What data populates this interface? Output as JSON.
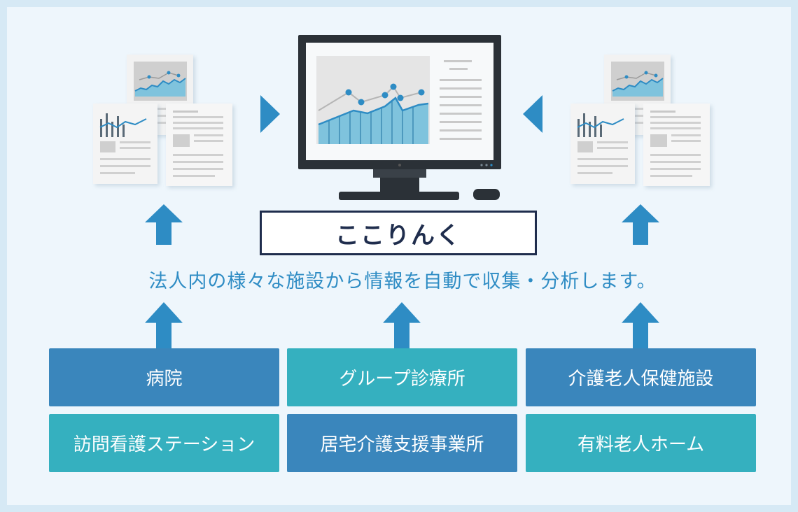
{
  "brand": {
    "name": "ここりんく"
  },
  "caption": "法人内の様々な施設から情報を自動で収集・分析します。",
  "facilities": [
    {
      "label": "病院",
      "color": "#3a86bc"
    },
    {
      "label": "グループ診療所",
      "color": "#35b0bf"
    },
    {
      "label": "介護老人保健施設",
      "color": "#3a86bc"
    },
    {
      "label": "訪問看護ステーション",
      "color": "#35b0bf"
    },
    {
      "label": "居宅介護支援事業所",
      "color": "#3a86bc"
    },
    {
      "label": "有料老人ホーム",
      "color": "#35b0bf"
    }
  ],
  "icons": {
    "left_documents": "report-documents-icon",
    "right_documents": "report-documents-icon",
    "center": "desktop-monitor-icon",
    "arrows": "arrow-up-icon"
  },
  "colors": {
    "arrow": "#2e8cc4",
    "brand_border": "#1f2d4d",
    "background": "#eef6fc",
    "frame": "#d6e9f5"
  }
}
